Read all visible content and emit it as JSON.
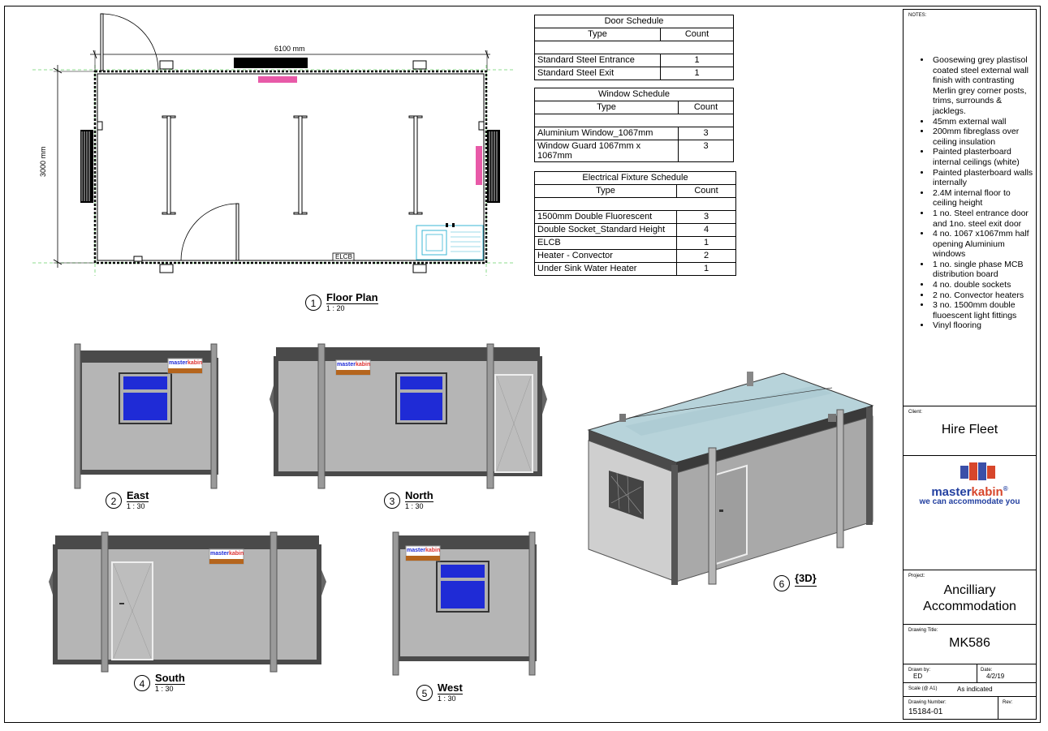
{
  "floor_plan": {
    "width_dim": "6100 mm",
    "height_dim": "3000 mm",
    "elcb_tag": "ELCB"
  },
  "views": [
    {
      "num": "1",
      "title": "Floor Plan",
      "scale": "1 : 20"
    },
    {
      "num": "2",
      "title": "East",
      "scale": "1 : 30"
    },
    {
      "num": "3",
      "title": "North",
      "scale": "1 : 30"
    },
    {
      "num": "4",
      "title": "South",
      "scale": "1 : 30"
    },
    {
      "num": "5",
      "title": "West",
      "scale": "1 : 30"
    },
    {
      "num": "6",
      "title": "{3D}",
      "scale": ""
    }
  ],
  "door_schedule": {
    "title": "Door Schedule",
    "col_type": "Type",
    "col_count": "Count",
    "rows": [
      {
        "type": "Standard Steel Entrance",
        "count": "1"
      },
      {
        "type": "Standard Steel Exit",
        "count": "1"
      }
    ]
  },
  "window_schedule": {
    "title": "Window Schedule",
    "col_type": "Type",
    "col_count": "Count",
    "rows": [
      {
        "type": "Aluminium Window_1067mm",
        "count": "3"
      },
      {
        "type": "Window Guard 1067mm x 1067mm",
        "count": "3"
      }
    ]
  },
  "electrical_schedule": {
    "title": "Electrical Fixture Schedule",
    "col_type": "Type",
    "col_count": "Count",
    "rows": [
      {
        "type": "1500mm Double Fluorescent",
        "count": "3"
      },
      {
        "type": "Double Socket_Standard Height",
        "count": "4"
      },
      {
        "type": "ELCB",
        "count": "1"
      },
      {
        "type": "Heater - Convector",
        "count": "2"
      },
      {
        "type": "Under Sink Water Heater",
        "count": "1"
      }
    ]
  },
  "sign": {
    "brand_a": "master",
    "brand_b": "kabin"
  },
  "title_block": {
    "notes_label": "NOTES:",
    "notes": [
      "Goosewing grey plastisol coated steel external wall finish with contrasting Merlin grey corner posts, trims, surrounds & jacklegs.",
      "45mm  external wall",
      "200mm fibreglass over ceiling insulation",
      "Painted plasterboard internal ceilings (white)",
      "Painted plasterboard walls internally",
      "2.4M internal floor to ceiling height",
      "1 no. Steel entrance door and 1no. steel exit door",
      "4 no. 1067 x1067mm half opening Aluminium windows",
      "1 no. single phase MCB distribution board",
      "4 no. double sockets",
      "2 no. Convector heaters",
      "3 no. 1500mm double fluoescent light fittings",
      "Vinyl flooring"
    ],
    "client_label": "Client:",
    "client": "Hire Fleet",
    "logo_a": "master",
    "logo_b": "kabin",
    "logo_reg": "®",
    "tagline": "we can accommodate you",
    "project_label": "Project:",
    "project_line1": "Ancilliary",
    "project_line2": "Accommodation",
    "drawing_title_label": "Drawing Title:",
    "drawing_title": "MK586",
    "drawn_by_label": "Drawn by:",
    "drawn_by": "ED",
    "date_label": "Date:",
    "date": "4/2/19",
    "scale_label": "Scale (@ A1)",
    "scale": "As indicated",
    "drawing_number_label": "Drawing Number:",
    "drawing_number": "15184-01",
    "rev_label": "Rev:"
  },
  "colors": {
    "window_blue": "#1f2bd6",
    "roof": "#b7d3da",
    "wall": "#b5b5b5",
    "trim": "#4a4a4a",
    "accent_pink": "#e85aa8",
    "sink_cyan": "#3ab7d6"
  }
}
